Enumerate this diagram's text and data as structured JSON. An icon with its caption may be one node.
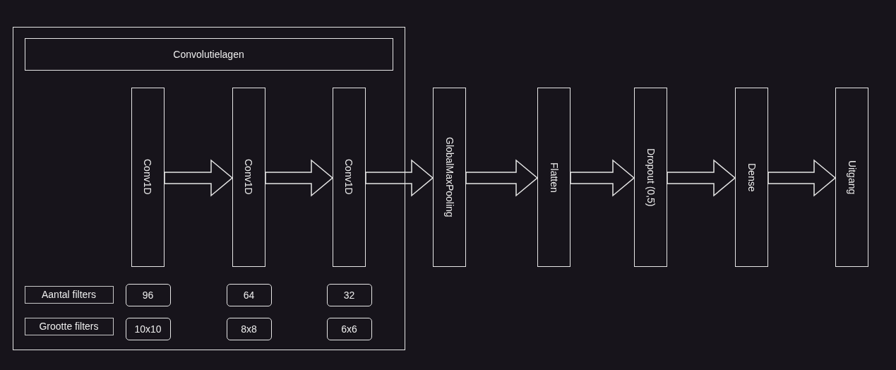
{
  "diagram": {
    "nodes": [
      {
        "text": [],
        "shape": "box"
      },
      {
        "text": [
          "Convolutielagen"
        ],
        "in": 0
      },
      {
        "text": [
          "Conv1D"
        ],
        "in": 0
      },
      {
        "text": [
          "Conv1D"
        ],
        "in": 0
      },
      {
        "text": [
          "Conv1D"
        ],
        "in": 0
      },
      {
        "text": [
          "GlobalMaxPooling"
        ]
      },
      {
        "text": [
          "Flatten"
        ]
      },
      {
        "text": [
          "Dropout (0,5)"
        ]
      },
      {
        "text": [
          "Dense"
        ]
      },
      {
        "text": [
          "Uitgang"
        ]
      },
      {
        "text": [
          "Aantal filters"
        ],
        "in": 0
      },
      {
        "text": [
          "96"
        ],
        "in": 0
      },
      {
        "text": [
          "64"
        ],
        "in": 0
      },
      {
        "text": [
          "32"
        ],
        "in": 0
      },
      {
        "text": [
          "Grootte filters"
        ],
        "in": 0
      },
      {
        "text": [
          "10x10"
        ],
        "in": 0
      },
      {
        "text": [
          "8x8"
        ],
        "in": 0
      },
      {
        "text": [
          "6x6"
        ],
        "in": 0
      }
    ],
    "edges": [
      {
        "from": 2,
        "to": 3,
        "arrow": "to"
      },
      {
        "from": 3,
        "to": 4,
        "arrow": "to"
      },
      {
        "from": 4,
        "to": 5,
        "arrow": "to"
      },
      {
        "from": 5,
        "to": 6,
        "arrow": "to"
      },
      {
        "from": 6,
        "to": 7,
        "arrow": "to"
      },
      {
        "from": 7,
        "to": 8,
        "arrow": "to"
      },
      {
        "from": 8,
        "to": 9,
        "arrow": "to"
      }
    ]
  }
}
